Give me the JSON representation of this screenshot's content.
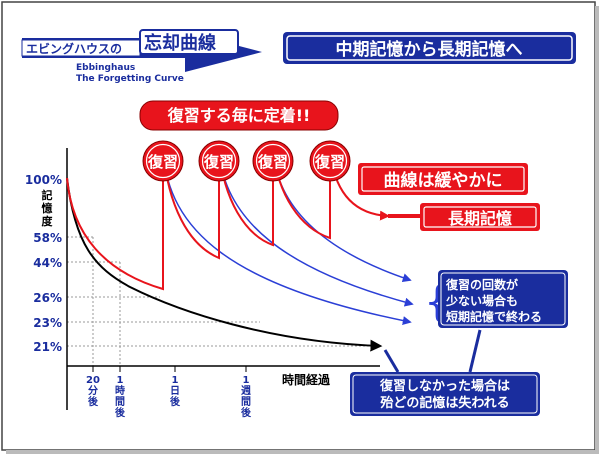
{
  "header": {
    "title_jp": "エビングハウスの",
    "title_kanji": "忘却曲線",
    "title_en_line1": "Ebbinghaus",
    "title_en_line2": "The Forgetting Curve",
    "right_banner": "中期記憶から長期記憶へ"
  },
  "callouts": {
    "review_banner": "復習する毎に定着!!",
    "review_bubble": "復習",
    "gentle_curve": "曲線は緩やかに",
    "long_term": "長期記憶",
    "few_reviews": [
      "復習の回数が",
      "少ない場合も",
      "短期記憶で終わる"
    ],
    "no_review": [
      "復習しなかった場合は",
      "殆どの記憶は失われる"
    ]
  },
  "colors": {
    "navy": "#1a2d9e",
    "red": "#e8141c",
    "black": "#000000",
    "blue_line": "#2b3fd6",
    "gray_grid": "#999999"
  },
  "chart_data": {
    "type": "line",
    "ylabel": "記憶度",
    "xlabel": "時間経過",
    "y_ticks": [
      "100%",
      "58%",
      "44%",
      "26%",
      "23%",
      "21%"
    ],
    "y_values": [
      100,
      58,
      44,
      26,
      23,
      21
    ],
    "x_ticks": [
      {
        "lines": [
          "20",
          "分",
          "後"
        ]
      },
      {
        "lines": [
          "1",
          "時",
          "間",
          "後"
        ]
      },
      {
        "lines": [
          "1",
          "日",
          "後"
        ]
      },
      {
        "lines": [
          "1",
          "週",
          "間",
          "後"
        ]
      }
    ],
    "series": [
      {
        "name": "no-review",
        "color": "#000000"
      },
      {
        "name": "review-1",
        "color": "#2b3fd6"
      },
      {
        "name": "review-2",
        "color": "#2b3fd6"
      },
      {
        "name": "review-3",
        "color": "#2b3fd6"
      },
      {
        "name": "review-4",
        "color": "#e8141c"
      }
    ]
  }
}
